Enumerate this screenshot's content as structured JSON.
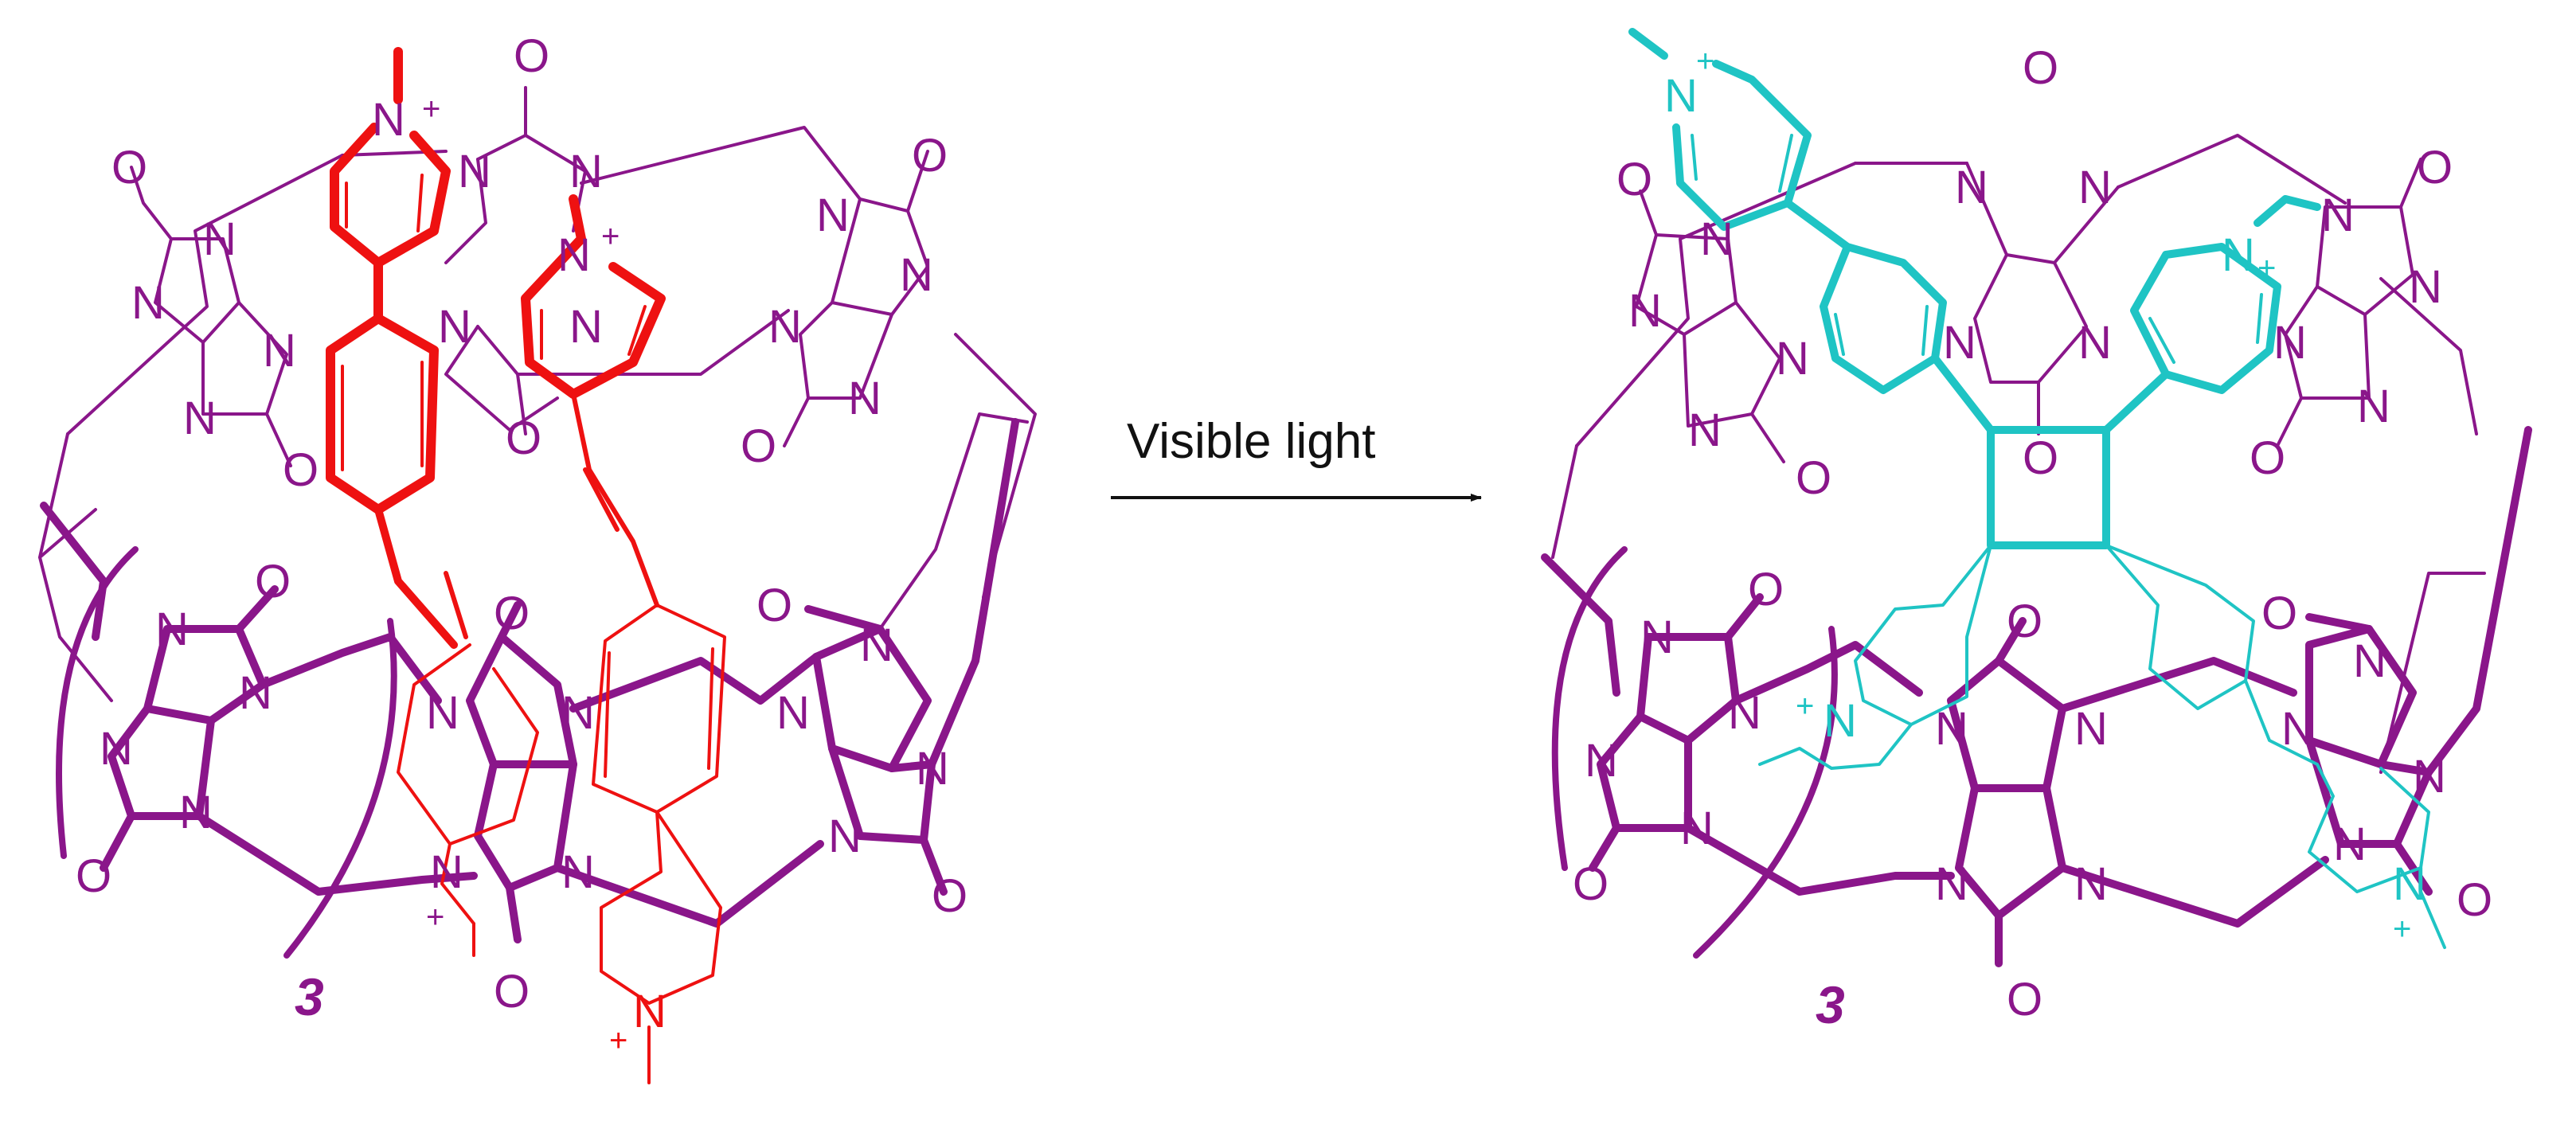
{
  "colors": {
    "host": "#8a168a",
    "guest_before": "#ee1111",
    "guest_after": "#1fc4c4",
    "arrow": "#111111",
    "text": "#111111"
  },
  "reaction": {
    "condition": "Visible light"
  },
  "left_complex": {
    "repeat_label": "3"
  },
  "right_complex": {
    "repeat_label": "3"
  },
  "atoms": {
    "nitrogen": "N",
    "oxygen": "O",
    "plus": "+"
  }
}
